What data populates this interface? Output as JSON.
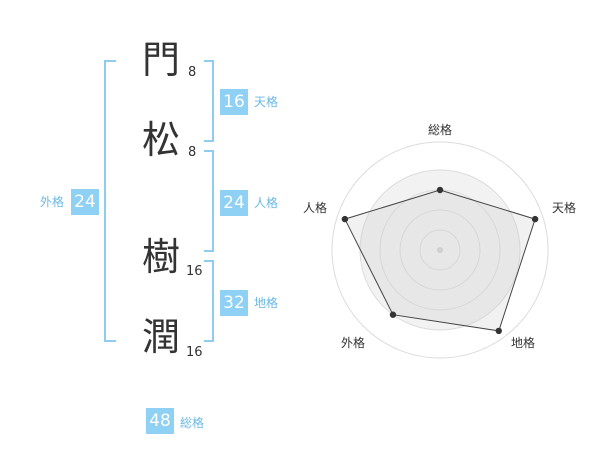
{
  "characters": [
    {
      "char": "門",
      "strokes": "8"
    },
    {
      "char": "松",
      "strokes": "8"
    },
    {
      "char": "樹",
      "strokes": "16"
    },
    {
      "char": "潤",
      "strokes": "16"
    }
  ],
  "kaku": {
    "ten": {
      "value": "16",
      "label": "天格"
    },
    "jin": {
      "value": "24",
      "label": "人格"
    },
    "chi": {
      "value": "32",
      "label": "地格"
    },
    "gai": {
      "value": "24",
      "label": "外格"
    },
    "sou": {
      "value": "48",
      "label": "総格"
    }
  },
  "radar": {
    "axes": [
      "総格",
      "天格",
      "地格",
      "外格",
      "人格"
    ],
    "levels": 5,
    "values": [
      0.6,
      1.0,
      1.0,
      0.8,
      1.0
    ]
  }
}
